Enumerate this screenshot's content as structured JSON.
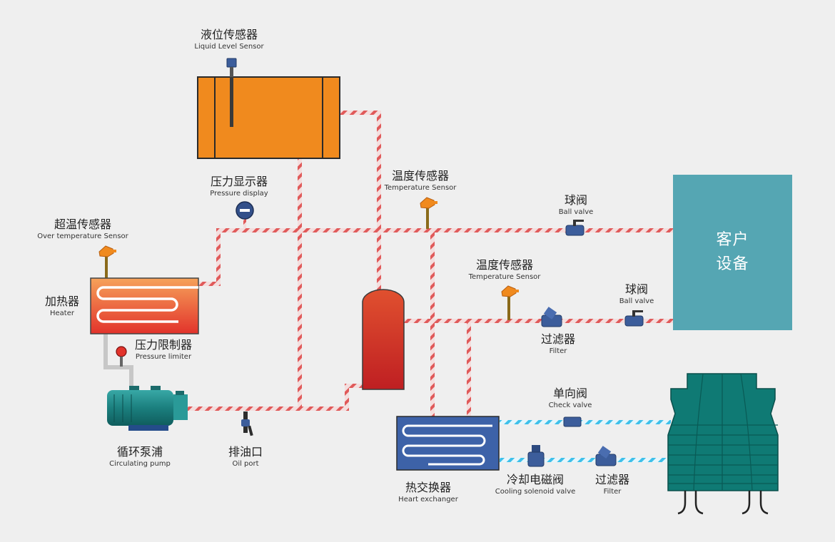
{
  "labels": {
    "liquid_level_sensor": {
      "cn": "液位传感器",
      "en": "Liquid Level Sensor"
    },
    "pressure_display": {
      "cn": "压力显示器",
      "en": "Pressure display"
    },
    "temperature_sensor_top": {
      "cn": "温度传感器",
      "en": "Temperature Sensor"
    },
    "ball_valve_top": {
      "cn": "球阀",
      "en": "Ball valve"
    },
    "over_temp_sensor": {
      "cn": "超温传感器",
      "en": "Over temperature Sensor"
    },
    "heater": {
      "cn": "加热器",
      "en": "Heater"
    },
    "temperature_sensor_mid": {
      "cn": "温度传感器",
      "en": "Temperature Sensor"
    },
    "ball_valve_mid": {
      "cn": "球阀",
      "en": "Ball valve"
    },
    "pressure_limiter": {
      "cn": "压力限制器",
      "en": "Pressure limiter"
    },
    "filter_mid": {
      "cn": "过滤器",
      "en": "Filter"
    },
    "check_valve": {
      "cn": "单向阀",
      "en": "Check valve"
    },
    "circulating_pump": {
      "cn": "循环泵浦",
      "en": "Circulating pump"
    },
    "oil_port": {
      "cn": "排油口",
      "en": "Oil port"
    },
    "cooling_solenoid_valve": {
      "cn": "冷却电磁阀",
      "en": "Cooling solenoid valve"
    },
    "filter_bottom": {
      "cn": "过滤器",
      "en": "Filter"
    },
    "heat_exchanger": {
      "cn": "热交换器",
      "en": "Heart exchanger"
    }
  },
  "client_equipment": {
    "line1": "客户",
    "line2": "设备"
  },
  "colors": {
    "background": "#efefef",
    "tank": "#f08a1e",
    "pipe_hot": "#e06060",
    "pipe_cold": "#4fc3e6",
    "client_box": "#55a6b3",
    "cooling_tower": "#0f7a74",
    "heat_exchanger": "#3d62a8",
    "valve": "#3c5d9b",
    "pump": "#1b8a8a"
  },
  "icons": [
    "level-sensor-icon",
    "pressure-gauge-icon",
    "temperature-sensor-icon",
    "ball-valve-icon",
    "filter-icon",
    "check-valve-icon",
    "solenoid-valve-icon",
    "oil-port-valve-icon",
    "pressure-limiter-icon",
    "pump-icon",
    "cooling-tower-icon"
  ]
}
